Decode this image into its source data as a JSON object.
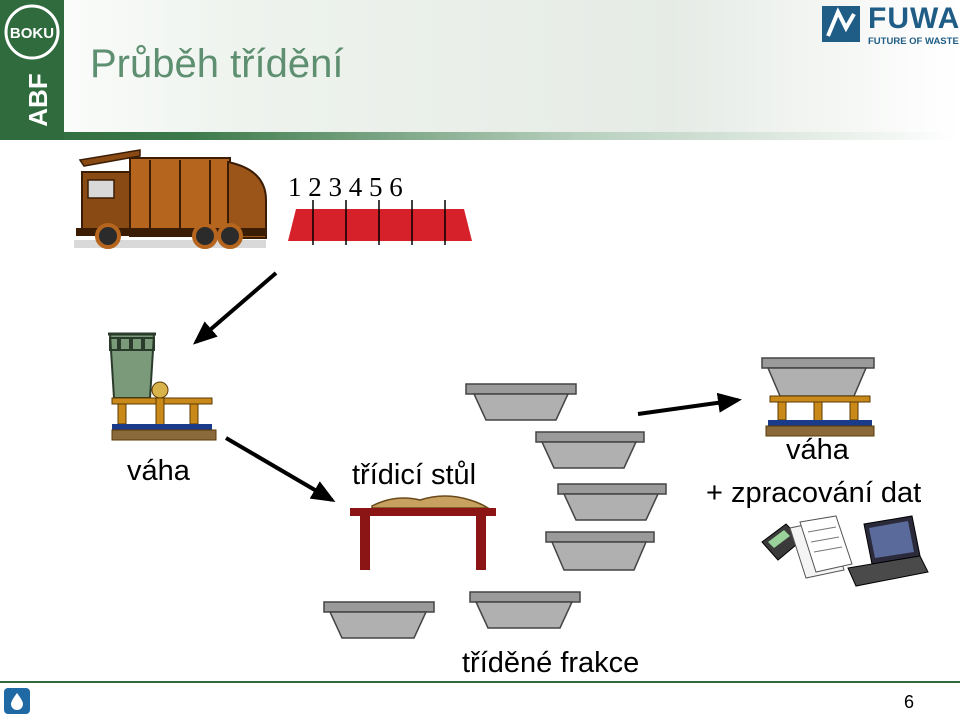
{
  "header": {
    "title": "Průběh třídění",
    "boku_logo_text": "BOKU",
    "boku_side_text": "ABF",
    "fuwa_name": "FUWA",
    "fuwa_tagline": "FUTURE OF WASTE"
  },
  "belt": {
    "numbers": "1 2 3 4 5 6"
  },
  "labels": {
    "scale1": "váha",
    "table": "třídicí stůl",
    "scale2_line1": "váha",
    "scale2_line2": "+ zpracování dat",
    "fractions": "tříděné frakce"
  },
  "footer": {
    "page_number": "6"
  },
  "colors": {
    "header_green": "#2f6b3d",
    "title_green": "#5d8f70",
    "belt_red": "#d6202a",
    "truck_orange": "#b5651d",
    "tub_gray": "#a9a9a9",
    "table_red": "#8b1414",
    "fuwa_blue": "#1f5d86"
  }
}
